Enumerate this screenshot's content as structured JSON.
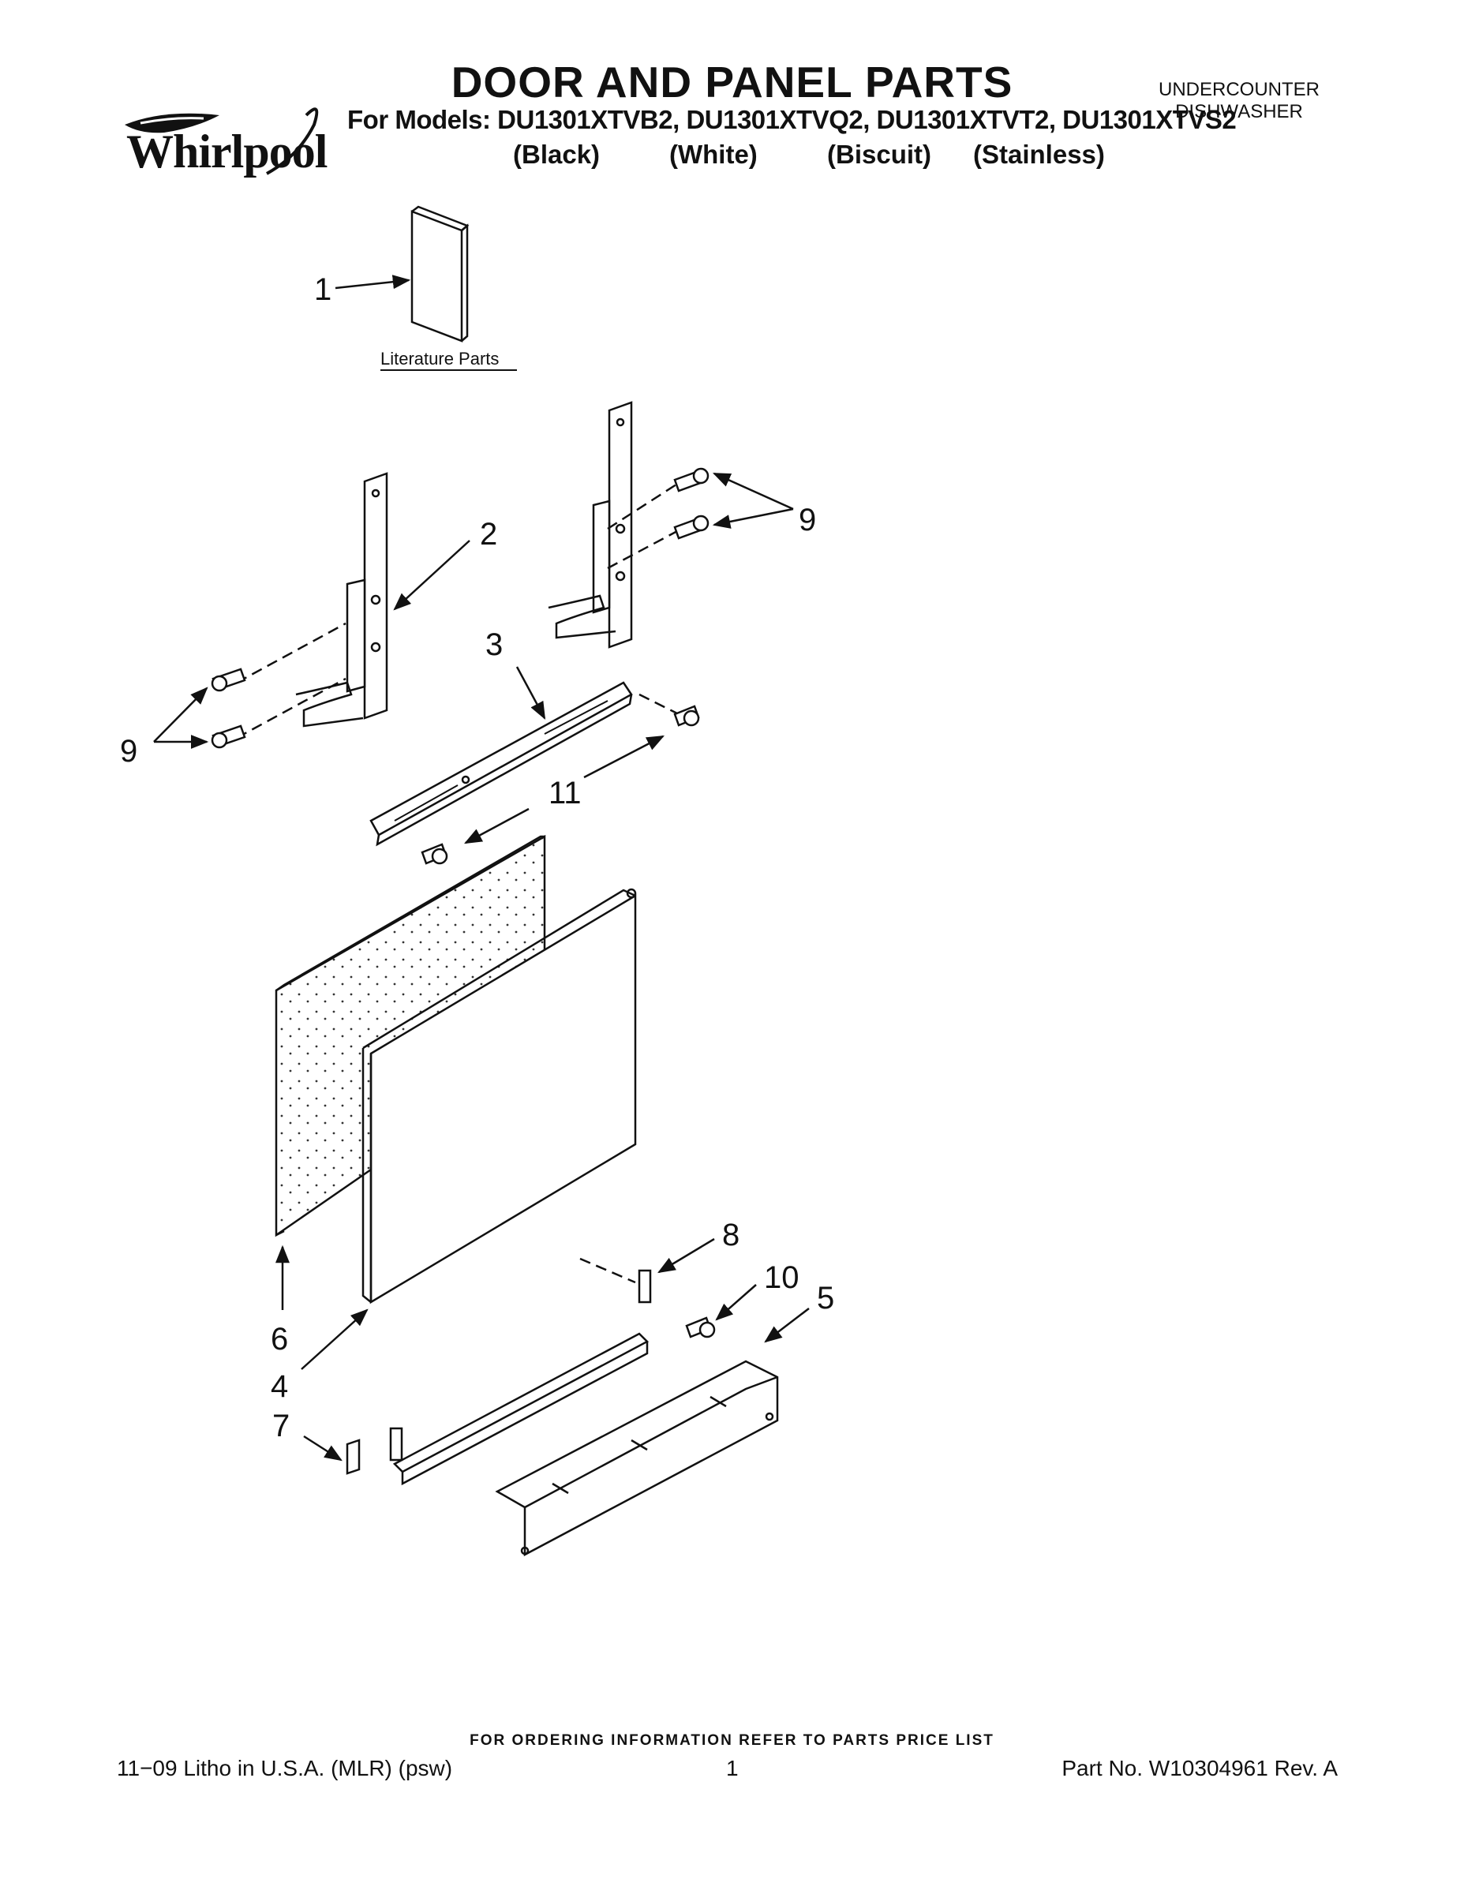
{
  "header": {
    "brand": "Whirlpool",
    "title": "DOOR AND PANEL PARTS",
    "models_line": "For Models: DU1301XTVB2, DU1301XTVQ2, DU1301XTVT2, DU1301XTVS2",
    "colors": [
      "(Black)",
      "(White)",
      "(Biscuit)",
      "(Stainless)"
    ],
    "appliance_line1": "UNDERCOUNTER",
    "appliance_line2": "DISHWASHER"
  },
  "diagram": {
    "literature_label": "Literature Parts",
    "callouts": {
      "c1": "1",
      "c2": "2",
      "c3": "3",
      "c4": "4",
      "c5": "5",
      "c6": "6",
      "c7": "7",
      "c8": "8",
      "c9a": "9",
      "c9b": "9",
      "c10": "10",
      "c11": "11"
    }
  },
  "footer": {
    "order_info": "FOR ORDERING INFORMATION REFER TO PARTS PRICE LIST",
    "litho": "11−09 Litho in U.S.A. (MLR) (psw)",
    "page": "1",
    "part_no": "Part No. W10304961 Rev. A"
  }
}
